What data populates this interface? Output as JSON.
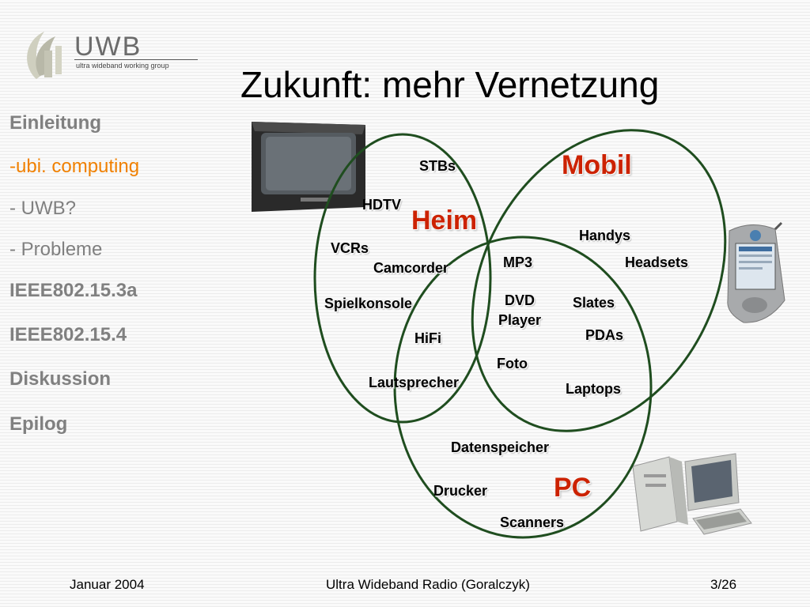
{
  "logo": {
    "text": "UWB",
    "subtitle": "ultra wideband working group"
  },
  "title": "Zukunft: mehr Vernetzung",
  "nav": [
    {
      "label": "Einleitung",
      "top": 0
    },
    {
      "label": "-ubi. computing"
    },
    {
      "label": "- UWB?"
    },
    {
      "label": "- Probleme"
    },
    {
      "label": "IEEE802.15.3a"
    },
    {
      "label": "IEEE802.15.4"
    },
    {
      "label": "Diskussion"
    },
    {
      "label": "Epilog"
    }
  ],
  "diagram": {
    "groups": {
      "heim": "Heim",
      "mobil": "Mobil",
      "pc": "PC"
    },
    "items": {
      "stbs": "STBs",
      "hdtv": "HDTV",
      "vcrs": "VCRs",
      "camcorder": "Camcorder",
      "spielkonsole": "Spielkonsole",
      "hifi": "HiFi",
      "lautsprecher": "Lautsprecher",
      "mp3": "MP3",
      "dvd_line1": "DVD",
      "dvd_line2": "Player",
      "foto": "Foto",
      "handys": "Handys",
      "headsets": "Headsets",
      "slates": "Slates",
      "pdas": "PDAs",
      "laptops": "Laptops",
      "datenspeicher": "Datenspeicher",
      "drucker": "Drucker",
      "scanners": "Scanners"
    },
    "circle_color": "#1f4d1f",
    "group_color": "#cc2200"
  },
  "footer": {
    "date": "Januar 2004",
    "center": "Ultra Wideband Radio  (Goralczyk)",
    "page": "3/26"
  }
}
